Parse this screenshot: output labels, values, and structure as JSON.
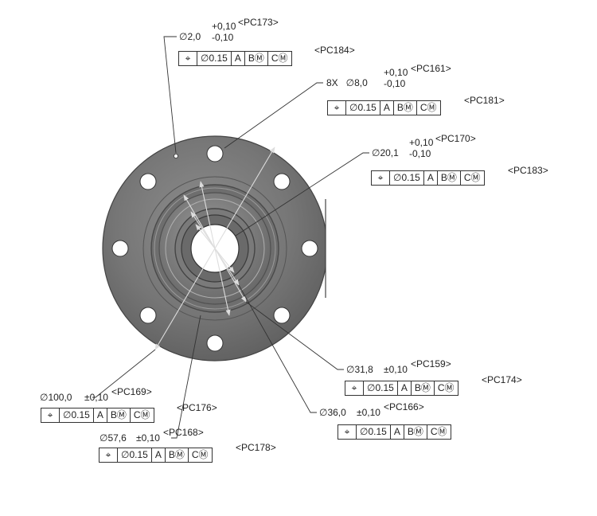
{
  "symbols": {
    "position": "⌖",
    "diameter": "∅"
  },
  "callouts": [
    {
      "id": "c1",
      "dim": "∅2,0",
      "tol_upper": "+0,10",
      "tol_lower": "-0,10",
      "pc_dim": "<PC173>",
      "fcf": [
        "∅0.15",
        "A",
        "BⓂ",
        "CⓂ"
      ],
      "pc_fcf": "<PC184>"
    },
    {
      "id": "c2",
      "dim": "8X   ∅8,0",
      "tol_upper": "+0,10",
      "tol_lower": "-0,10",
      "pc_dim": "<PC161>",
      "fcf": [
        "∅0.15",
        "A",
        "BⓂ",
        "CⓂ"
      ],
      "pc_fcf": "<PC181>"
    },
    {
      "id": "c3",
      "dim": "∅20,1",
      "tol_upper": "+0,10",
      "tol_lower": "-0,10",
      "pc_dim": "<PC170>",
      "fcf": [
        "∅0.15",
        "A",
        "BⓂ",
        "CⓂ"
      ],
      "pc_fcf": "<PC183>"
    },
    {
      "id": "c4",
      "dim": "∅31,8",
      "tol": "±0,10",
      "pc_dim": "<PC159>",
      "fcf": [
        "∅0.15",
        "A",
        "BⓂ",
        "CⓂ"
      ],
      "pc_fcf": "<PC174>"
    },
    {
      "id": "c5",
      "dim": "∅36,0",
      "tol": "±0,10",
      "pc_dim": "<PC166>",
      "fcf": [
        "∅0.15",
        "A",
        "BⓂ",
        "CⓂ"
      ]
    },
    {
      "id": "c6",
      "dim": "∅100,0",
      "tol": "±0,10",
      "pc_dim": "<PC169>",
      "fcf": [
        "∅0.15",
        "A",
        "BⓂ",
        "CⓂ"
      ],
      "pc_fcf": "<PC176>"
    },
    {
      "id": "c7",
      "dim": "∅57,6",
      "tol": "±0,10",
      "pc_dim": "<PC168>",
      "fcf": [
        "∅0.15",
        "A",
        "BⓂ",
        "CⓂ"
      ],
      "pc_fcf": "<PC178>"
    }
  ]
}
